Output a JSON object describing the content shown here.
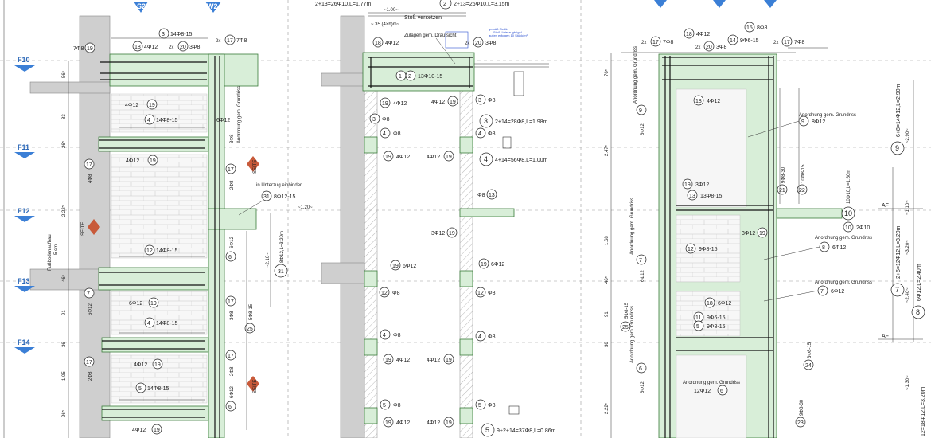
{
  "axes": {
    "axis_s2": "S2",
    "axis_w2": "W2"
  },
  "levels": [
    {
      "id": "lvl_f10",
      "label": "F10"
    },
    {
      "id": "lvl_f11",
      "label": "F11"
    },
    {
      "id": "lvl_f12",
      "label": "F12"
    },
    {
      "id": "lvl_f13",
      "label": "F13"
    },
    {
      "id": "lvl_f14",
      "label": "F14"
    }
  ],
  "left_section": {
    "dims": [
      "56⁵",
      "83",
      "26⁵",
      "2.22⁵",
      "46⁵",
      "91",
      "36",
      "1.05",
      "26⁵"
    ],
    "bars": {
      "b1": "3",
      "b1_text": "14Φ8-15",
      "b18": "18",
      "b18_text": "4Φ12",
      "b20": "20",
      "b20_text": "3Φ8",
      "b20_mult": "2x",
      "b17": "17",
      "b17_text": "7Φ8",
      "b17_mult": "2x",
      "b19a": "19",
      "b19a_pre": "7Φ8",
      "b19b": "19",
      "b19b_pre": "4Φ12",
      "b4a": "4",
      "b4a_text": "14Φ8-15",
      "b4_right_text": "6Φ12",
      "b12a": "12",
      "b12a_text": "14Φ8-15",
      "b19c": "19",
      "b19c_pre": "4Φ12",
      "b19d": "19",
      "b19d_pre": "6Φ12",
      "b4b": "4",
      "b4b_text": "14Φ8-15",
      "b19e": "19",
      "b19e_pre": "4Φ12",
      "b5": "5",
      "b5_text": "14Φ8-15",
      "b19f": "19",
      "b19f_pre": "4Φ12",
      "b31": "31",
      "b31_text": "8Φ12-15",
      "b31_note": "in Unterzug einbinden",
      "b31_len": "31",
      "b31_len_text": "8Φ12,L=3.20m",
      "b25": "25",
      "b25_text": "5Φ8-15",
      "fussboden": "Fußbodenaufbau",
      "fussboden_dim": "5 cm",
      "side_text_left": "Anordnung gem. Grundriss",
      "b17v1": "17",
      "b17v1_text": "2Φ8",
      "b17v2": "17",
      "b17v2_text": "3Φ8",
      "b17v3": "17",
      "b17v3_text": "2Φ8",
      "b17v4": "17",
      "b17v4_text": "4Φ8",
      "b17v5": "17",
      "b17v5_text": "2Φ8",
      "b6a": "6",
      "b6a_text": "6Φ12",
      "b7": "7",
      "b7_text": "6Φ12",
      "b6b": "6",
      "b6b_text": "6Φ12",
      "side_b": "3Φ8",
      "seite_tag1": "SEITE",
      "seite_tag2": "SEITE",
      "seite_tag3": "SEITE"
    }
  },
  "mid_section": {
    "top_note1": "2+13=26Φ10,L=1.77m",
    "top_note2_num": "2",
    "top_note2": "2+13=26Φ10,L=3.15m",
    "stoss": "Stoß versetzen",
    "zulagen": "Zulagen gem. Draufsicht",
    "stoss_dim1": "~1.00~",
    "stoss_dim2": "~.35 (4×h)m~",
    "blue_note1": "gemäß Statik",
    "blue_note2": "Stoß Unterzugbügel",
    "blue_note3": "auflen erfolgen 10 Stück/m²",
    "b18": "18",
    "b18_text": "4Φ12",
    "b20": "20",
    "b20_text": "3Φ8",
    "b20_mult": "2x",
    "b13": "1",
    "b13b": "2",
    "b13_text": "13Φ10-15",
    "b19a": "19",
    "b19a_text": "4Φ12",
    "b19b": "19",
    "b19b_pre": "4Φ12",
    "b3a": "3",
    "b3a_text": "Φ8",
    "b3b": "3",
    "b3b_text": "Φ8",
    "b3_big": "3",
    "b3_big_text": "2+14=28Φ8,L=1.98m",
    "b4a": "4",
    "b4a_text": "Φ8",
    "b4b": "4",
    "b4b_text": "Φ8",
    "b4_big": "4",
    "b4_big_text": "4+14=56Φ8,L=1.00m",
    "b19c": "19",
    "b19c_text": "4Φ12",
    "b19d": "19",
    "b19d_pre": "4Φ12",
    "b13c": "13",
    "b13c_pre": "Φ8",
    "b19e": "19",
    "b19e_pre": "3Φ12",
    "b19f": "19",
    "b19f_text": "6Φ12",
    "b19g": "19",
    "b19g_text": "6Φ12",
    "b12a": "12",
    "b12a_text": "Φ8",
    "b12b": "12",
    "b12b_text": "Φ8",
    "b4c": "4",
    "b4c_text": "Φ8",
    "b4d": "4",
    "b4d_text": "Φ8",
    "b19h": "19",
    "b19h_text": "4Φ12",
    "b19i": "19",
    "b19i_pre": "4Φ12",
    "b5a": "5",
    "b5a_text": "Φ8",
    "b5b": "5",
    "b5b_text": "Φ8",
    "b5_big": "5",
    "b5_big_text": "9+2+14=37Φ8,L=0.86m",
    "b19j": "19",
    "b19j_text": "4Φ12",
    "b19k": "19",
    "b19k_pre": "4Φ12",
    "dim_120": "~1.20~",
    "dim_210": "~2.10~"
  },
  "right_section": {
    "dims": [
      "76⁵",
      "2.47⁵",
      "1.68",
      "46⁵",
      "91",
      "36",
      "2.22⁵"
    ],
    "b17a": "17",
    "b17a_text": "7Φ8",
    "b17a_mult": "2x",
    "b18a": "18",
    "b18a_text": "4Φ12",
    "b15": "15",
    "b15_text": "8Φ8",
    "b20": "20",
    "b20_text": "3Φ8",
    "b20_mult": "2x",
    "b14": "14",
    "b14_text": "9Φ6-15",
    "b17b": "17",
    "b17b_text": "7Φ8",
    "b17b_mult": "2x",
    "b18b": "18",
    "b18b_text": "4Φ12",
    "b9a": "9",
    "b9a_text": "8Φ12",
    "anordnung1": "Anordnung gem. Grundriss",
    "b9v": "9",
    "b9v_text": "6Φ12",
    "b19a": "19",
    "b19a_text": "3Φ12",
    "b13": "13",
    "b13_text": "13Φ8-15",
    "b21": "21",
    "b21_text": "9Φ8-30",
    "b22": "22",
    "b22_text": "10Φ8-15",
    "b10": "10",
    "b10_text": "10Φ10,L=1.60m",
    "b10b": "10",
    "b10b_text": "2Φ10",
    "b19b": "19",
    "b19b_pre": "3Φ12",
    "b12": "12",
    "b12_text": "9Φ8-15",
    "anordnung2": "Anordnung gem. Grundriss",
    "b8": "8",
    "b8_text": "6Φ12",
    "b7v": "7",
    "b7v_text": "6Φ12",
    "b18c": "18",
    "b18c_text": "6Φ12",
    "b11": "11",
    "b11_text": "9Φ6-15",
    "b5": "5",
    "b5_text": "9Φ8-15",
    "anordnung3": "Anordnung gem. Grundriss",
    "b7": "7",
    "b7_text": "6Φ12",
    "b25": "25",
    "b25_text": "5Φ8-15",
    "b24": "24",
    "b24_text": "3Φ8-15",
    "b23": "23",
    "b23_text": "9Φ8-30",
    "anordnung4": "Anordnung gem. Grundriss",
    "b6": "6",
    "b6_text": "12Φ12",
    "b6v": "6",
    "b6v_text": "6Φ12",
    "anordnung_v1": "Anordnung gem. Grundriss",
    "anordnung_v2": "Anordnung gem. Grundriss",
    "anordnung_v3": "Anordnung gem. Grundriss",
    "af1": "AF",
    "af2": "AF",
    "big9": "9",
    "big9_text": "6+8=14Φ12,L=2.90m",
    "big7": "7",
    "big7_text": "2+6=12Φ12,L=3.20m",
    "big8": "8",
    "big8_text": "6Φ12,L=2.40m",
    "bottom_text": "12=18Φ12,L=3.20m",
    "dim_290": "~2.90~",
    "dim_240": "~2.40~",
    "dim_110": "~1.10~",
    "dim_320": "~3.20~",
    "dim_130": "~1.30~"
  }
}
